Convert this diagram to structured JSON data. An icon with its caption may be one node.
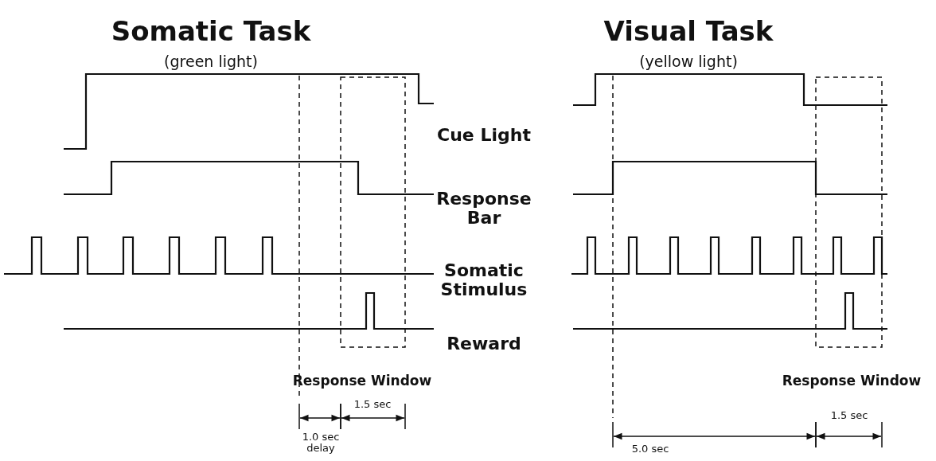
{
  "diagram": {
    "labels": [
      "Somatic Task",
      "(green light)",
      "Visual Task",
      "(yellow light)",
      "Cue Light",
      "Response Bar",
      "Somatic Stimulus",
      "Reward",
      "Response Window",
      "Response Window",
      "1.5 sec",
      "1.5 sec",
      "1.0 sec delay",
      "5.0 sec"
    ]
  }
}
